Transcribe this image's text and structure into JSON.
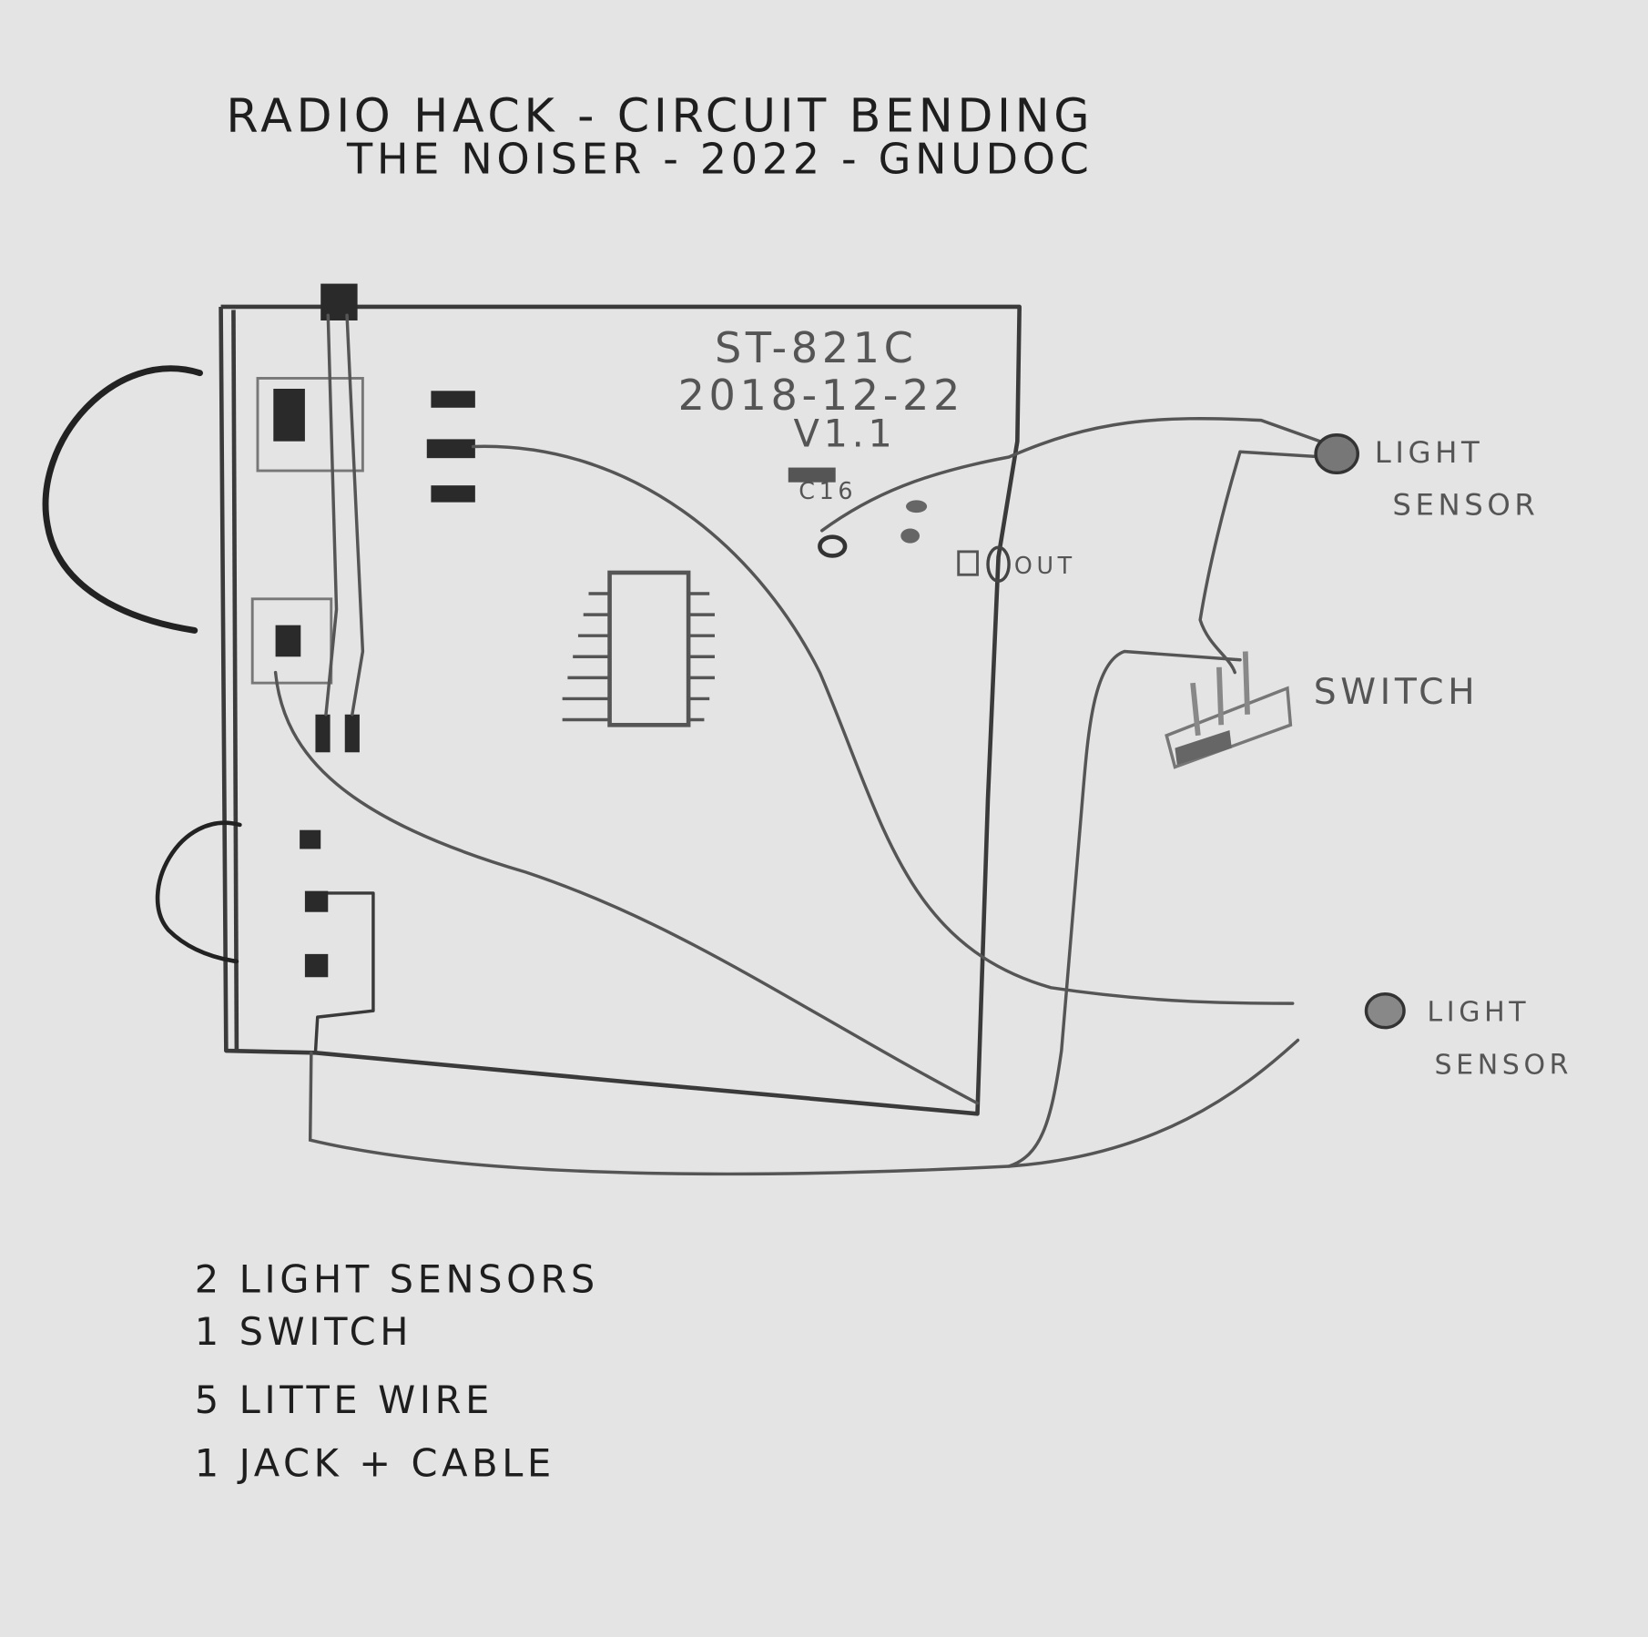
{
  "title": {
    "line1": "RADIO HACK - CIRCUIT BENDING",
    "line2": "THE NOISER - 2022 - GNUDOC"
  },
  "board": {
    "model": "ST-821C",
    "date": "2018-12-22",
    "version": "V1.1",
    "component_label": "C16",
    "out_label": "OUT"
  },
  "components": {
    "light_sensor_1": {
      "line1": "LIGHT",
      "line2": "SENSOR"
    },
    "light_sensor_2": {
      "line1": "LIGHT",
      "line2": "SENSOR"
    },
    "switch": "SWITCH"
  },
  "parts_list": [
    "2 LIGHT SENSORS",
    "1 SWITCH",
    "5 LITTE WIRE",
    "1 JACK + CABLE"
  ],
  "colors": {
    "paper": "#e4e4e4",
    "pencil": "#2a2a2a"
  }
}
